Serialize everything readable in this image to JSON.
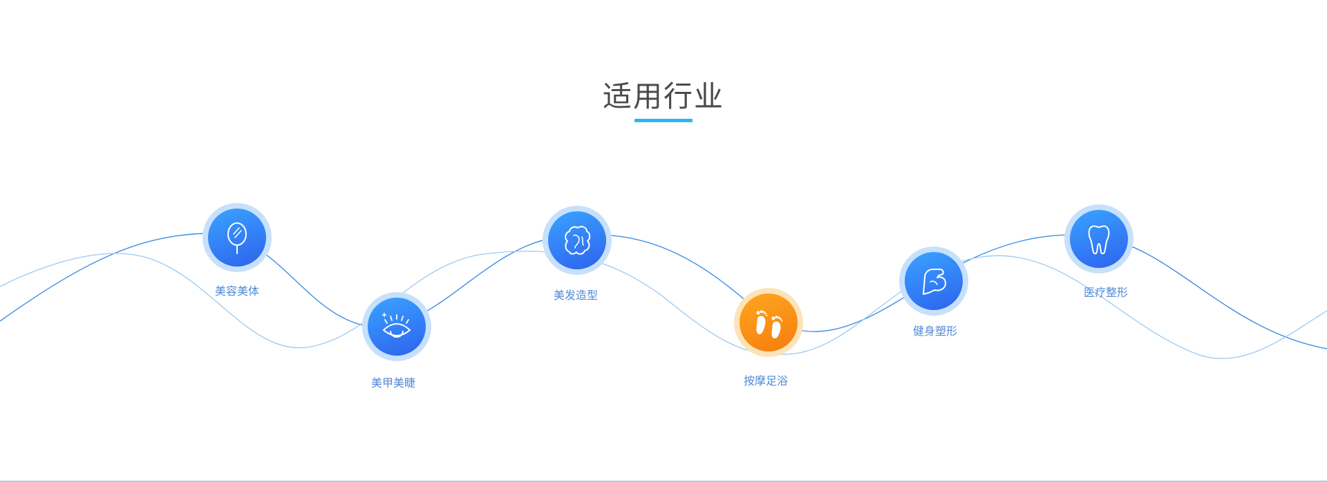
{
  "section": {
    "title": "适用行业"
  },
  "industries": [
    {
      "label": "美容美体",
      "icon": "mirror-icon"
    },
    {
      "label": "美甲美睫",
      "icon": "eye-lash-icon"
    },
    {
      "label": "美发造型",
      "icon": "hair-icon"
    },
    {
      "label": "按摩足浴",
      "icon": "feet-icon"
    },
    {
      "label": "健身塑形",
      "icon": "flexed-arm-icon"
    },
    {
      "label": "医疗整形",
      "icon": "tooth-icon"
    }
  ],
  "colors": {
    "title": "#4a4a4a",
    "accent": "#2bb8ef",
    "node_blue": "#2f7cf6",
    "node_orange": "#f8901a",
    "label": "#4f8ad6",
    "wave_dark": "#3b8fe6",
    "wave_light": "#9cc9f2"
  }
}
